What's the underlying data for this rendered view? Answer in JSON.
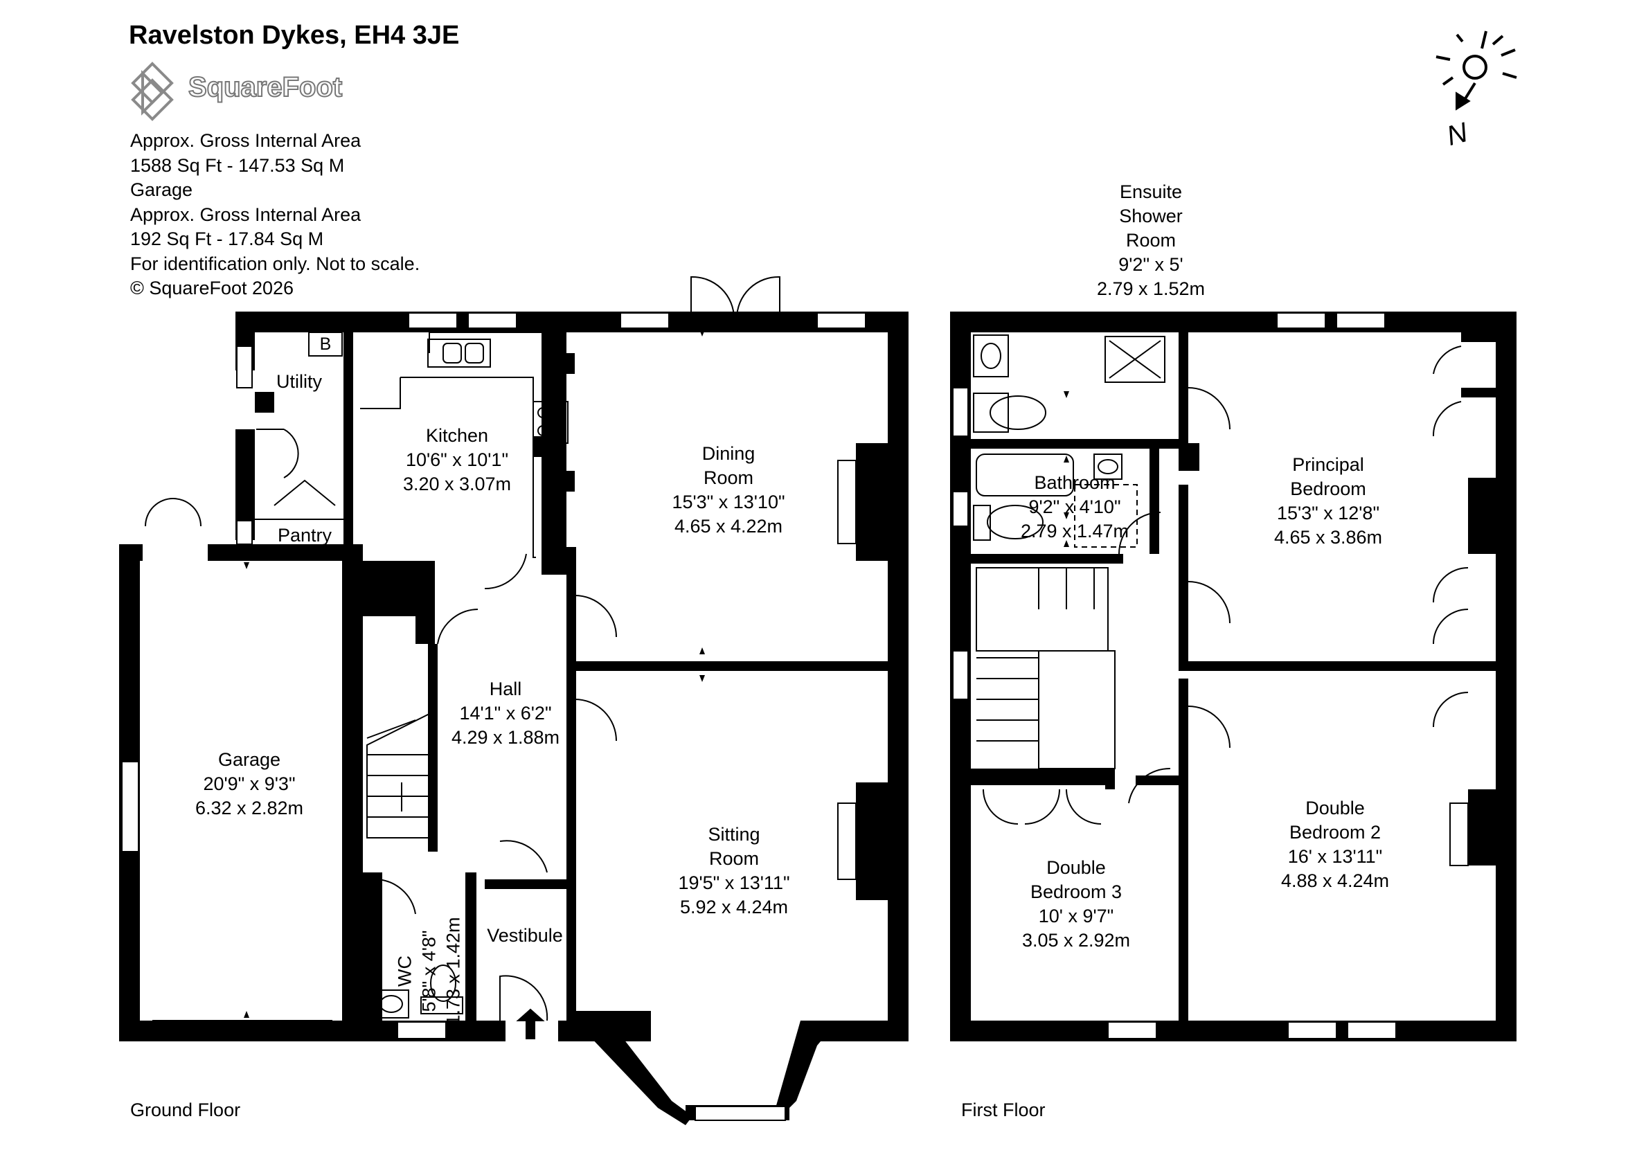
{
  "header": {
    "title": "Ravelston Dykes, EH4 3JE",
    "brand": "SquareFoot",
    "notes": [
      "Approx. Gross Internal Area",
      "1588 Sq Ft  -  147.53 Sq M",
      "Garage",
      "Approx. Gross Internal Area",
      "192 Sq Ft  -  17.84 Sq M",
      "For identification only. Not to scale.",
      "© SquareFoot 2026"
    ]
  },
  "compass": {
    "label": "N"
  },
  "floors": {
    "ground": "Ground Floor",
    "first": "First Floor"
  },
  "rooms": {
    "utility": {
      "name": "Utility"
    },
    "boiler": {
      "name": "B"
    },
    "pantry": {
      "name": "Pantry"
    },
    "kitchen": {
      "name": "Kitchen",
      "imperial": "10'6\" x 10'1\"",
      "metric": "3.20 x 3.07m"
    },
    "dining": {
      "name1": "Dining",
      "name2": "Room",
      "imperial": "15'3\" x 13'10\"",
      "metric": "4.65 x 4.22m"
    },
    "hall": {
      "name": "Hall",
      "imperial": "14'1\" x 6'2\"",
      "metric": "4.29 x 1.88m"
    },
    "garage": {
      "name": "Garage",
      "imperial": "20'9\" x 9'3\"",
      "metric": "6.32 x 2.82m"
    },
    "sitting": {
      "name1": "Sitting",
      "name2": "Room",
      "imperial": "19'5\" x 13'11\"",
      "metric": "5.92 x 4.24m"
    },
    "wc": {
      "name": "WC",
      "imperial": "5'8\" x 4'8\"",
      "metric": "1.73 x 1.42m"
    },
    "vestibule": {
      "name": "Vestibule"
    },
    "ensuite": {
      "name1": "Ensuite",
      "name2": "Shower",
      "name3": "Room",
      "imperial": "9'2\" x 5'",
      "metric": "2.79 x 1.52m"
    },
    "bathroom": {
      "name": "Bathroom",
      "imperial": "9'2\" x 4'10\"",
      "metric": "2.79 x 1.47m"
    },
    "principal": {
      "name1": "Principal",
      "name2": "Bedroom",
      "imperial": "15'3\" x 12'8\"",
      "metric": "4.65 x 3.86m"
    },
    "double2": {
      "name1": "Double",
      "name2": "Bedroom 2",
      "imperial": "16' x 13'11\"",
      "metric": "4.88 x 4.24m"
    },
    "double3": {
      "name1": "Double",
      "name2": "Bedroom 3",
      "imperial": "10' x 9'7\"",
      "metric": "3.05 x 2.92m"
    }
  }
}
